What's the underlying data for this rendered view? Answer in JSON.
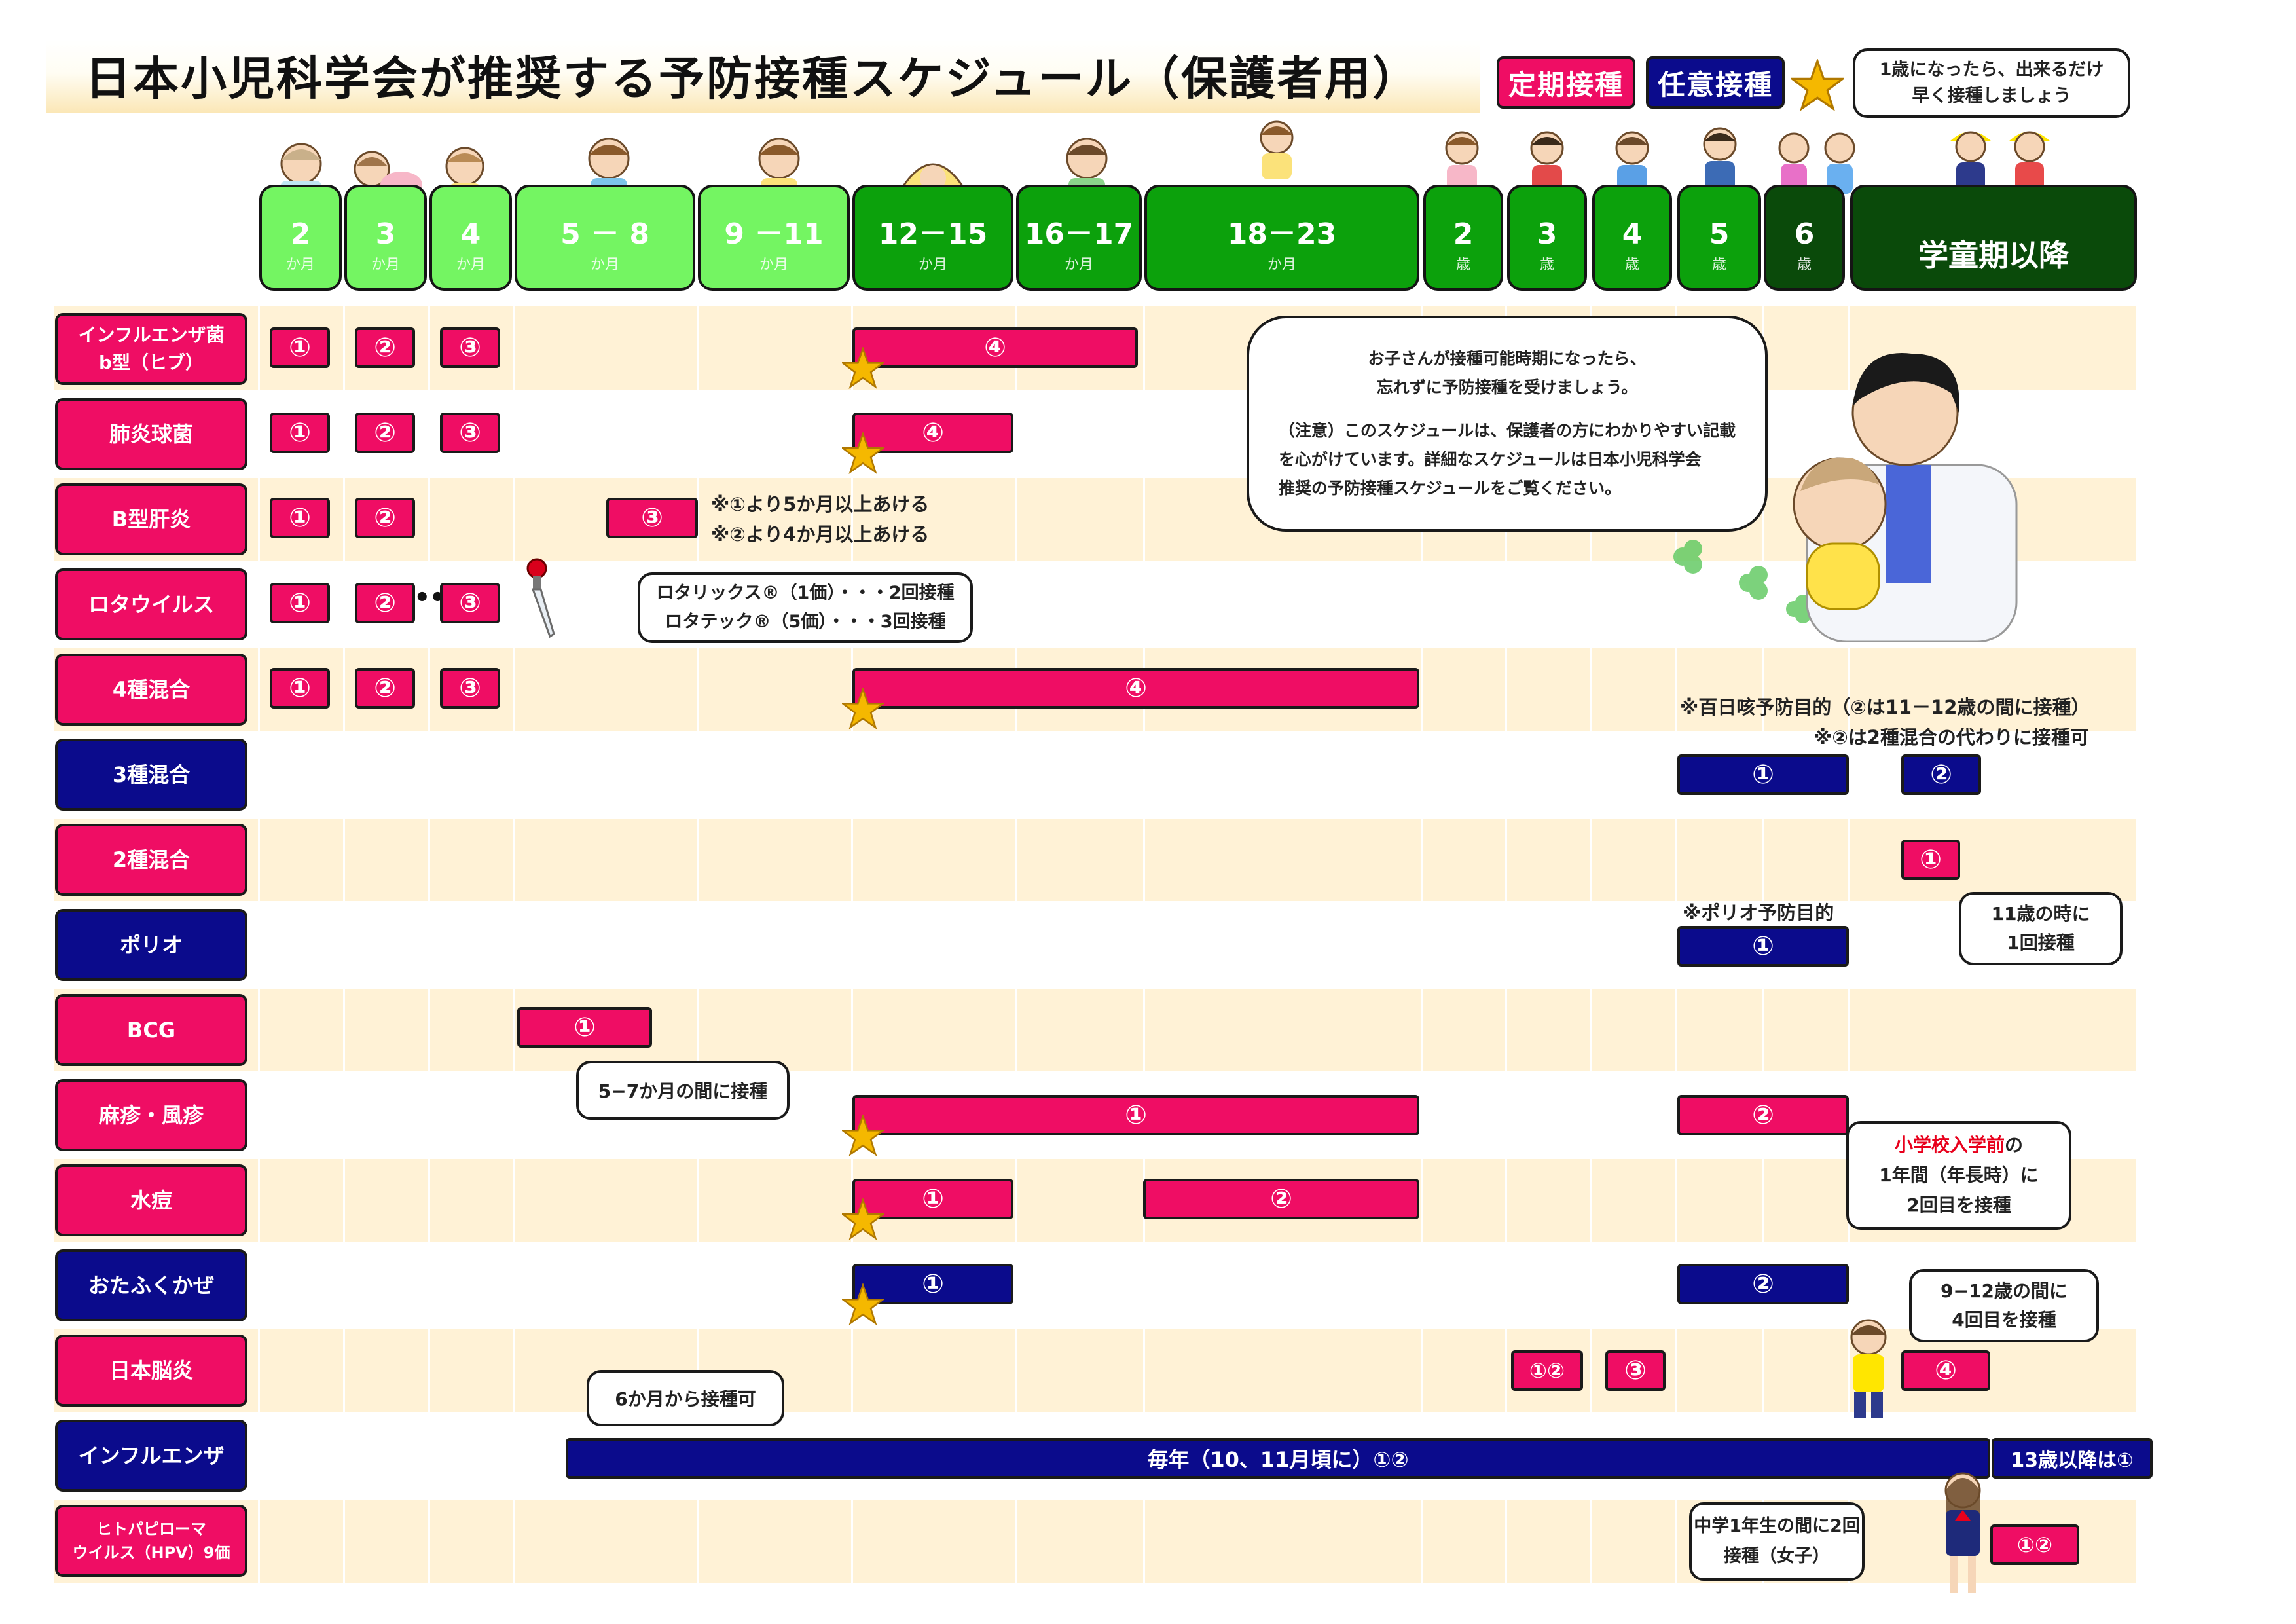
{
  "title": "日本小児科学会が推奨する予防接種スケジュール（保護者用）",
  "legend": {
    "regular": "定期接種",
    "optional": "任意接種",
    "star_note_line1": "1歳になったら、出来るだけ",
    "star_note_line2": "早く接種しましょう"
  },
  "colors": {
    "regular": "#ef0d64",
    "optional": "#0b0b8c",
    "tab_light": "#74f562",
    "tab_mid": "#0ca10c",
    "tab_dark": "#0a4a0a",
    "row_tint": "#fff2d6"
  },
  "ages": [
    {
      "num": "2",
      "unit": "か月"
    },
    {
      "num": "3",
      "unit": "か月"
    },
    {
      "num": "4",
      "unit": "か月"
    },
    {
      "num": "5 － 8",
      "unit": "か月"
    },
    {
      "num": "9 －11",
      "unit": "か月"
    },
    {
      "num": "12－15",
      "unit": "か月"
    },
    {
      "num": "16－17",
      "unit": "か月"
    },
    {
      "num": "18－23",
      "unit": "か月"
    },
    {
      "num": "2",
      "unit": "歳"
    },
    {
      "num": "3",
      "unit": "歳"
    },
    {
      "num": "4",
      "unit": "歳"
    },
    {
      "num": "5",
      "unit": "歳"
    },
    {
      "num": "6",
      "unit": "歳"
    },
    {
      "num": "学童期以降",
      "unit": ""
    }
  ],
  "vaccines": [
    {
      "name_line1": "インフルエンザ菌",
      "name_line2": "b型（ヒブ）"
    },
    {
      "name_line1": "肺炎球菌",
      "name_line2": ""
    },
    {
      "name_line1": "B型肝炎",
      "name_line2": ""
    },
    {
      "name_line1": "ロタウイルス",
      "name_line2": ""
    },
    {
      "name_line1": "4種混合",
      "name_line2": ""
    },
    {
      "name_line1": "3種混合",
      "name_line2": ""
    },
    {
      "name_line1": "2種混合",
      "name_line2": ""
    },
    {
      "name_line1": "ポリオ",
      "name_line2": ""
    },
    {
      "name_line1": "BCG",
      "name_line2": ""
    },
    {
      "name_line1": "麻疹・風疹",
      "name_line2": ""
    },
    {
      "name_line1": "水痘",
      "name_line2": ""
    },
    {
      "name_line1": "おたふくかぜ",
      "name_line2": ""
    },
    {
      "name_line1": "日本脳炎",
      "name_line2": ""
    },
    {
      "name_line1": "インフルエンザ",
      "name_line2": ""
    },
    {
      "name_line1": "ヒトパピローマ",
      "name_line2": "ウイルス（HPV）9価"
    }
  ],
  "doses": {
    "d1": "①",
    "d2": "②",
    "d3": "③",
    "d4": "④",
    "d12": "①②",
    "flu_annual": "毎年（10、11月頃に）①②",
    "flu_13": "13歳以降は①"
  },
  "notes": {
    "hepb_1": "※①より5か月以上あける",
    "hepb_2": "※②より4か月以上あける",
    "rota_1": "ロタリックス®（1価）・・・2回接種",
    "rota_2": "ロタテック®（5価）・・・3回接種",
    "pertussis": "※百日咳予防目的（②は11－12歳の間に接種）",
    "dt_alt": "※②は2種混合の代わりに接種可",
    "dt_11_line1": "11歳の時に",
    "dt_11_line2": "1回接種",
    "polio": "※ポリオ予防目的",
    "bcg": "5−7か月の間に接種",
    "mr_red": "小学校入学前",
    "mr_line1_suffix": "の",
    "mr_line2": "1年間（年長時）に",
    "mr_line3": "2回目を接種",
    "je_line1": "9−12歳の間に",
    "je_line2": "4回目を接種",
    "flu_6m": "6か月から接種可",
    "hpv_line1": "中学1年生の間に2回",
    "hpv_line2": "接種（女子）",
    "doctor_1": "お子さんが接種可能時期になったら、",
    "doctor_2": "忘れずに予防接種を受けましょう。",
    "doctor_3": "（注意）このスケジュールは、保護者の方にわかりやすい記載",
    "doctor_4": "を心がけています。詳細なスケジュールは日本小児科学会",
    "doctor_5": "推奨の予防接種スケジュールをご覧ください。"
  }
}
